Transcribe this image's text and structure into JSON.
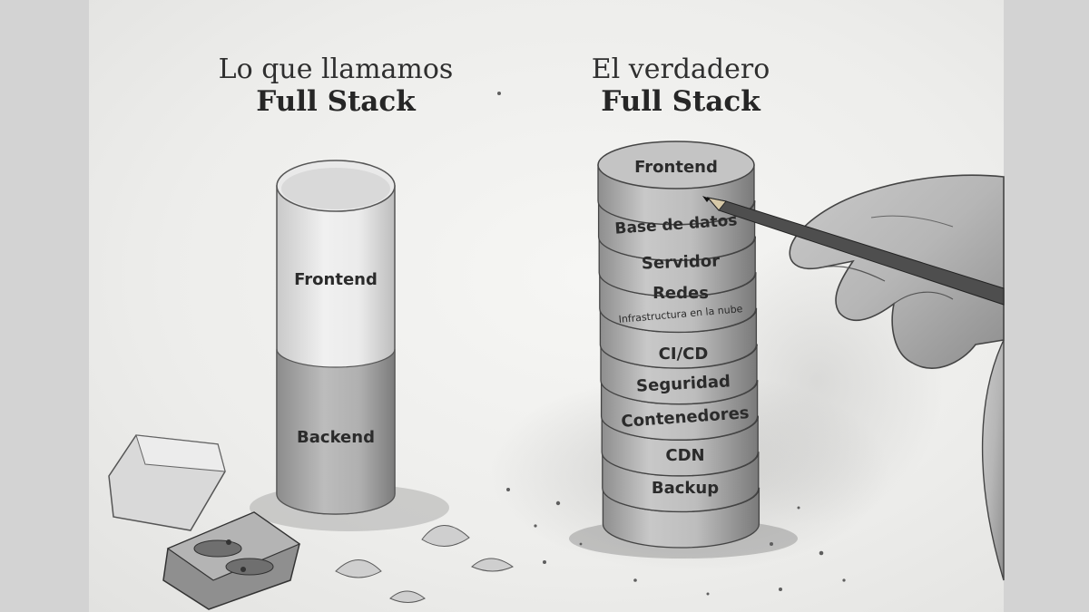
{
  "left_heading": {
    "line1": "Lo que llamamos",
    "line2": "Full Stack"
  },
  "right_heading": {
    "line1": "El verdadero",
    "line2": "Full Stack"
  },
  "left_cylinder": {
    "layers": [
      "Frontend",
      "Backend"
    ]
  },
  "right_cylinder": {
    "layers": [
      "Frontend",
      "Base de datos",
      "Servidor",
      "Redes",
      "Infrastructura en la nube",
      "CI/CD",
      "Seguridad",
      "Contenedores",
      "CDN",
      "Backup"
    ]
  },
  "colors": {
    "background": "#d3d3d3",
    "paper": "#efefed",
    "ink": "#2b2b2b"
  }
}
